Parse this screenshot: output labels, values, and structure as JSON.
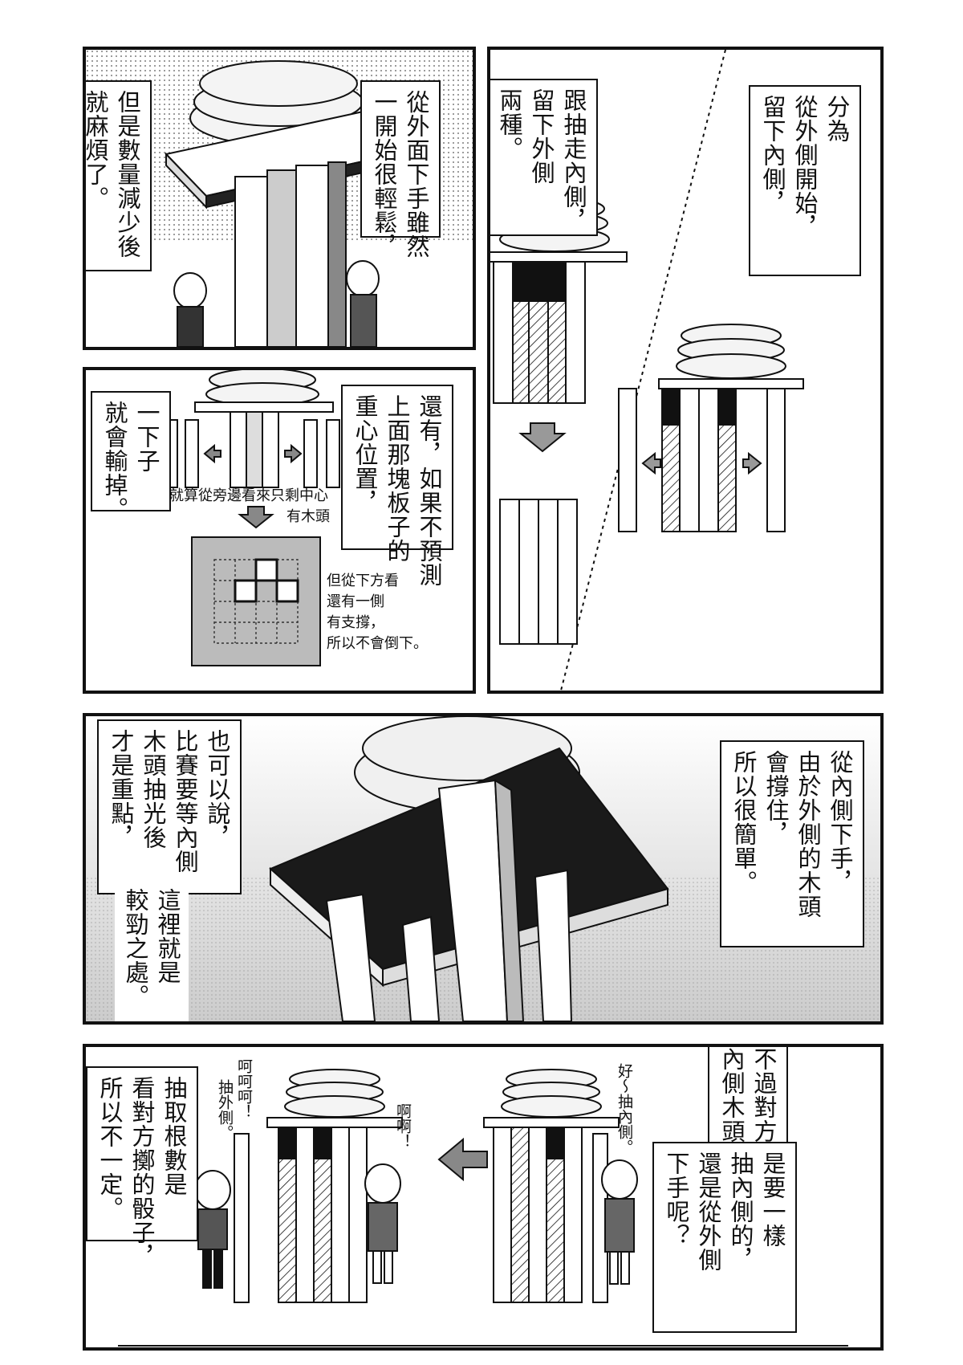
{
  "panels": {
    "p1": {
      "caption_left": [
        "但是數量減少後",
        "就麻煩了。"
      ],
      "caption_right": [
        "從外面下手雖然",
        "一開始很輕鬆，"
      ]
    },
    "p2": {
      "caption_top": [
        "分為",
        "從外側開始，",
        "留下內側，"
      ],
      "caption_mid": [
        "跟抽走內側，",
        "留下外側",
        "兩種。"
      ]
    },
    "p3": {
      "caption_left": [
        "一下子",
        "就會輸掉。"
      ],
      "caption_right": [
        "還有，如果不預測",
        "上面那塊板子的",
        "重心位置，"
      ],
      "hand_top_line1": "就算從旁邊看來只剩中心",
      "hand_top_line2": "有木頭",
      "hand_bottom": [
        "但從下方看",
        "還有一側",
        "有支撐，",
        "所以不會倒下。"
      ]
    },
    "p4": {
      "caption_left": [
        "也可以說，",
        "比賽要等內側",
        "木頭抽光後",
        "才是重點，"
      ],
      "caption_left2": [
        "這裡就是",
        "較勁之處。"
      ],
      "caption_right": [
        "從內側下手，",
        "由於外側的木頭",
        "會撐住，",
        "所以很簡單。"
      ]
    },
    "p5": {
      "caption_left": [
        "抽取根數是",
        "看對方擲的骰子，",
        "所以不一定。"
      ],
      "caption_right": [
        "不過對方抽走",
        "內側木頭時，"
      ],
      "caption_right2": [
        "是要一樣",
        "抽內側的，",
        "還是從外側",
        "下手呢？"
      ],
      "sfx_left1": "呵呵呵！",
      "sfx_left2": "抽外側。",
      "sfx_mid": "啊啊！",
      "sfx_right": "好～抽內側。"
    }
  }
}
